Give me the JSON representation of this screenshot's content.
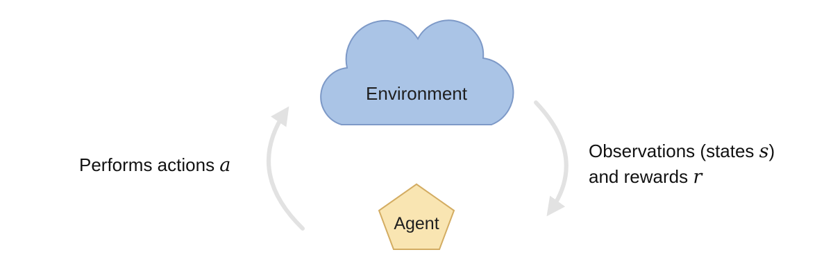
{
  "diagram": {
    "background": "#ffffff",
    "nodes": {
      "environment": {
        "label": "Environment",
        "shape": "cloud",
        "fill": "#aac4e6",
        "stroke": "#7d99c7"
      },
      "agent": {
        "label": "Agent",
        "shape": "pentagon",
        "fill": "#f9e5b2",
        "stroke": "#d3ac62"
      }
    },
    "edges": {
      "agent_to_environment": {
        "label_prefix": "Performs actions ",
        "label_math": "a",
        "color": "#e2e2e2"
      },
      "environment_to_agent": {
        "line1_prefix": "Observations (states ",
        "line1_math": "s",
        "line1_suffix": ")",
        "line2_prefix": "and rewards ",
        "line2_math": "r",
        "color": "#e2e2e2"
      }
    }
  }
}
